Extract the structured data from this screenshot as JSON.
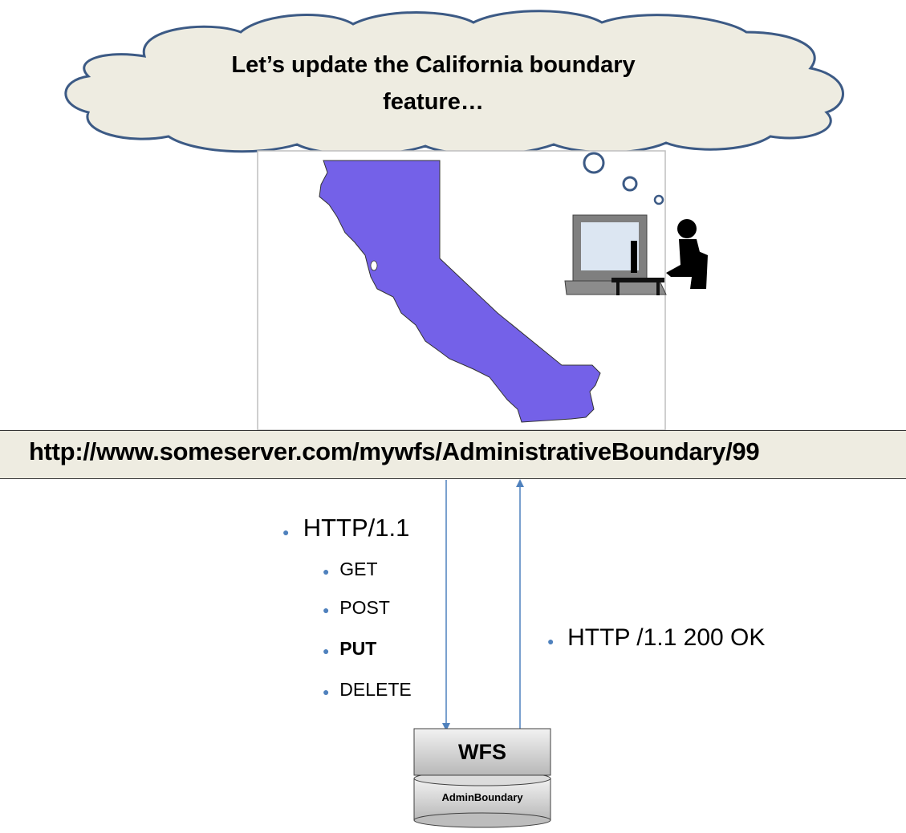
{
  "cloud": {
    "text_line1": "Let’s update the California boundary",
    "text_line2": "feature…"
  },
  "url_bar": {
    "url": "http://www.someserver.com/mywfs/AdministrativeBoundary/99"
  },
  "request": {
    "protocol": "HTTP/1.1",
    "methods": [
      {
        "label": "GET",
        "emphasis": false
      },
      {
        "label": "POST",
        "emphasis": false
      },
      {
        "label": "PUT",
        "emphasis": true
      },
      {
        "label": "DELETE",
        "emphasis": false
      }
    ]
  },
  "response": {
    "status": "HTTP /1.1 200 OK"
  },
  "server": {
    "name": "WFS",
    "store": "AdminBoundary"
  },
  "colors": {
    "california_fill": "#7461e8",
    "arrow": "#4f81bd",
    "cloud_fill": "#eeece1",
    "cloud_stroke": "#3c5a85",
    "bullet": "#4f81bd"
  },
  "icons": [
    "thought-bubble-icon",
    "user-at-computer-icon",
    "database-cylinder-icon"
  ]
}
